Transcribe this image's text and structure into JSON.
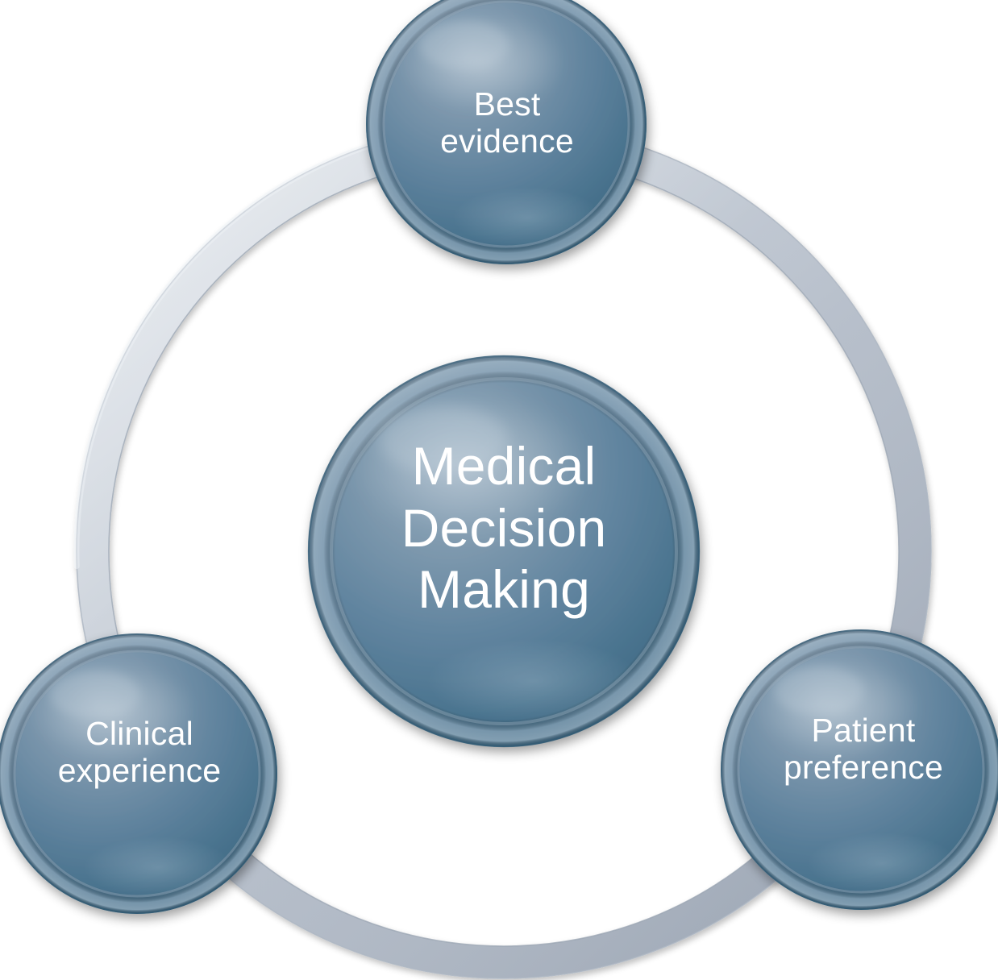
{
  "diagram": {
    "type": "cycle-diagram",
    "title": "Medical Decision Making",
    "shape": "three satellite spheres arranged around a central sphere, connected by a grey circular ring",
    "center_node": {
      "id": "medical-decision-making",
      "label": "Medical\nDecision\nMaking",
      "position": "center",
      "shape": "sphere"
    },
    "satellite_nodes": [
      {
        "id": "best-evidence",
        "label": "Best\nevidence",
        "position": "top",
        "shape": "sphere"
      },
      {
        "id": "clinical-experience",
        "label": "Clinical\nexperience",
        "position": "bottom-left",
        "shape": "sphere"
      },
      {
        "id": "patient-preference",
        "label": "Patient\npreference",
        "position": "bottom-right",
        "shape": "sphere"
      }
    ],
    "ring": {
      "id": "connector-ring",
      "label": "",
      "shape": "circle-outline"
    },
    "colors": {
      "background": "#ffffff",
      "sphere_highlight": "#8ea6ba",
      "sphere_mid": "#5d829c",
      "sphere_base": "#416c87",
      "sphere_shadow": "#2f5871",
      "sphere_rim": "#738ea5",
      "ring_light": "#ced5dd",
      "ring_mid": "#b3bcc8",
      "ring_dark": "#9aa4b2",
      "label_text": "#ffffff"
    }
  }
}
